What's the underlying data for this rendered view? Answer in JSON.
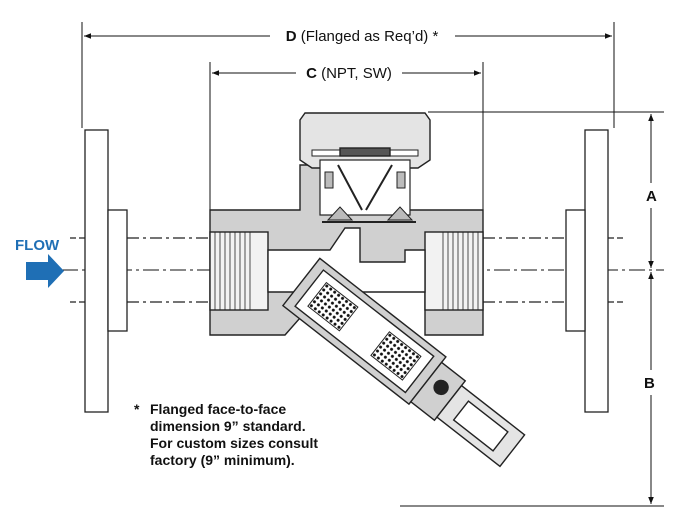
{
  "dimensions": {
    "d": {
      "letter": "D",
      "text": " (Flanged as Req’d) *"
    },
    "c": {
      "letter": "C",
      "text": " (NPT, SW)"
    },
    "a": {
      "letter": "A"
    },
    "b": {
      "letter": "B"
    }
  },
  "flow": {
    "label": "FLOW",
    "color": "#1f6fb5"
  },
  "note": {
    "marker": "*",
    "lines": [
      "Flanged face-to-face",
      "dimension 9” standard.",
      "For custom sizes consult",
      "factory (9” minimum)."
    ]
  },
  "colors": {
    "body_fill": "#d0d0d0",
    "cap_fill": "#e4e4e4",
    "outline": "#222222"
  }
}
